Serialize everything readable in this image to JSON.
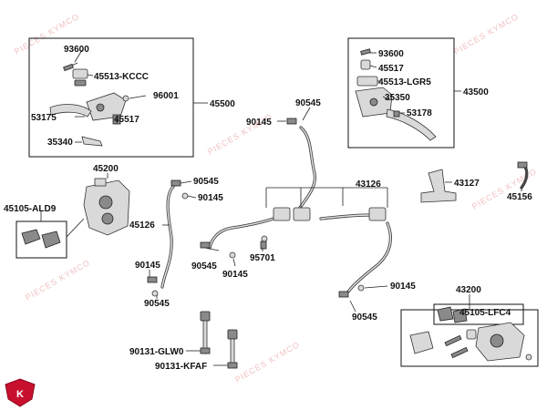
{
  "watermark_text": "PIECES KYMCO",
  "logo_text": "K",
  "labels": {
    "l93600a": "93600",
    "l45513kccc": "45513-KCCC",
    "l96001": "96001",
    "l53175": "53175",
    "l45517a": "45517",
    "l35340": "35340",
    "l45500": "45500",
    "l93600b": "93600",
    "l45517b": "45517",
    "l45513lgr5": "45513-LGR5",
    "l35350": "35350",
    "l53178": "53178",
    "l43500": "43500",
    "l90545a": "90545",
    "l90145a": "90145",
    "l45200": "45200",
    "l90545b": "90545",
    "l90145b": "90145",
    "l45105ald9": "45105-ALD9",
    "l45126": "45126",
    "l43126": "43126",
    "l43127": "43127",
    "l45156": "45156",
    "l95701": "95701",
    "l90545c": "90545",
    "l90145c": "90145",
    "l90145d": "90145",
    "l90545d": "90545",
    "l90145e": "90145",
    "l90545e": "90545",
    "l43200": "43200",
    "l45105lfc4": "45105-LFC4",
    "l90131glw0": "90131-GLW0",
    "l90131kfaf": "90131-KFAF"
  },
  "colors": {
    "logo_red": "#c8102e",
    "watermark": "#f2c2c2"
  }
}
